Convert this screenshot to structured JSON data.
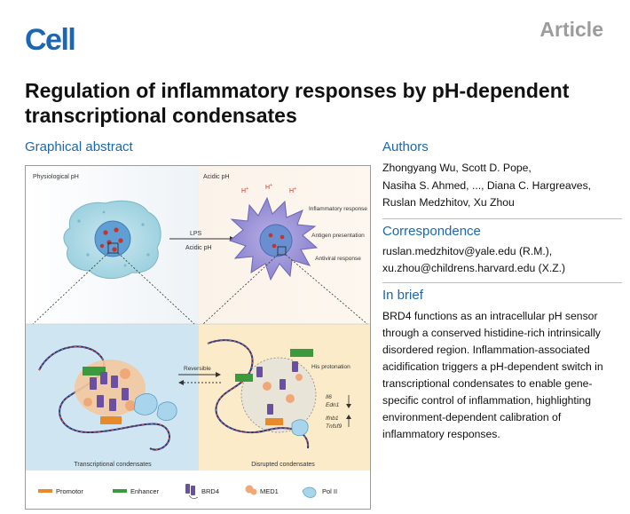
{
  "header": {
    "logo": "Cell",
    "article_type": "Article"
  },
  "title": "Regulation of inflammatory responses by pH-dependent transcriptional condensates",
  "graphical_abstract": {
    "heading": "Graphical abstract",
    "top_left_label": "Physiological pH",
    "top_right_label": "Acidic pH",
    "arrow_label_1": "LPS",
    "arrow_label_2": "Acidic pH",
    "proton": "H",
    "proton_charge": "+",
    "responses": [
      "Inflammatory response",
      "Antigen presentation",
      "Antiviral response"
    ],
    "reversible": "Reversible",
    "his_protonation": "His protonation",
    "genes_down": [
      "Il6",
      "Edn1"
    ],
    "genes_up": [
      "Ifnb1",
      "Tnfsf9"
    ],
    "bottom_left_label": "Transcriptional condensates",
    "bottom_right_label": "Disrupted condensates",
    "legend": [
      "Promotor",
      "Enhancer",
      "BRD4",
      "MED1",
      "Pol II"
    ],
    "colors": {
      "promotor": "#e8892b",
      "enhancer": "#3b9a3b",
      "brd4": "#6a4fa3",
      "med1": "#f0a878",
      "pol2": "#a8d4ec"
    }
  },
  "authors": {
    "heading": "Authors",
    "line1": "Zhongyang Wu, Scott D. Pope,",
    "line2": "Nasiha S. Ahmed, ..., Diana C. Hargreaves,",
    "line3": "Ruslan Medzhitov, Xu Zhou"
  },
  "correspondence": {
    "heading": "Correspondence",
    "line1": "ruslan.medzhitov@yale.edu (R.M.),",
    "line2": "xu.zhou@childrens.harvard.edu (X.Z.)"
  },
  "in_brief": {
    "heading": "In brief",
    "text": "BRD4 functions as an intracellular pH sensor through a conserved histidine-rich intrinsically disordered region. Inflammation-associated acidification triggers a pH-dependent switch in transcriptional condensates to enable gene-specific control of inflammation, highlighting environment-dependent calibration of inflammatory responses."
  }
}
